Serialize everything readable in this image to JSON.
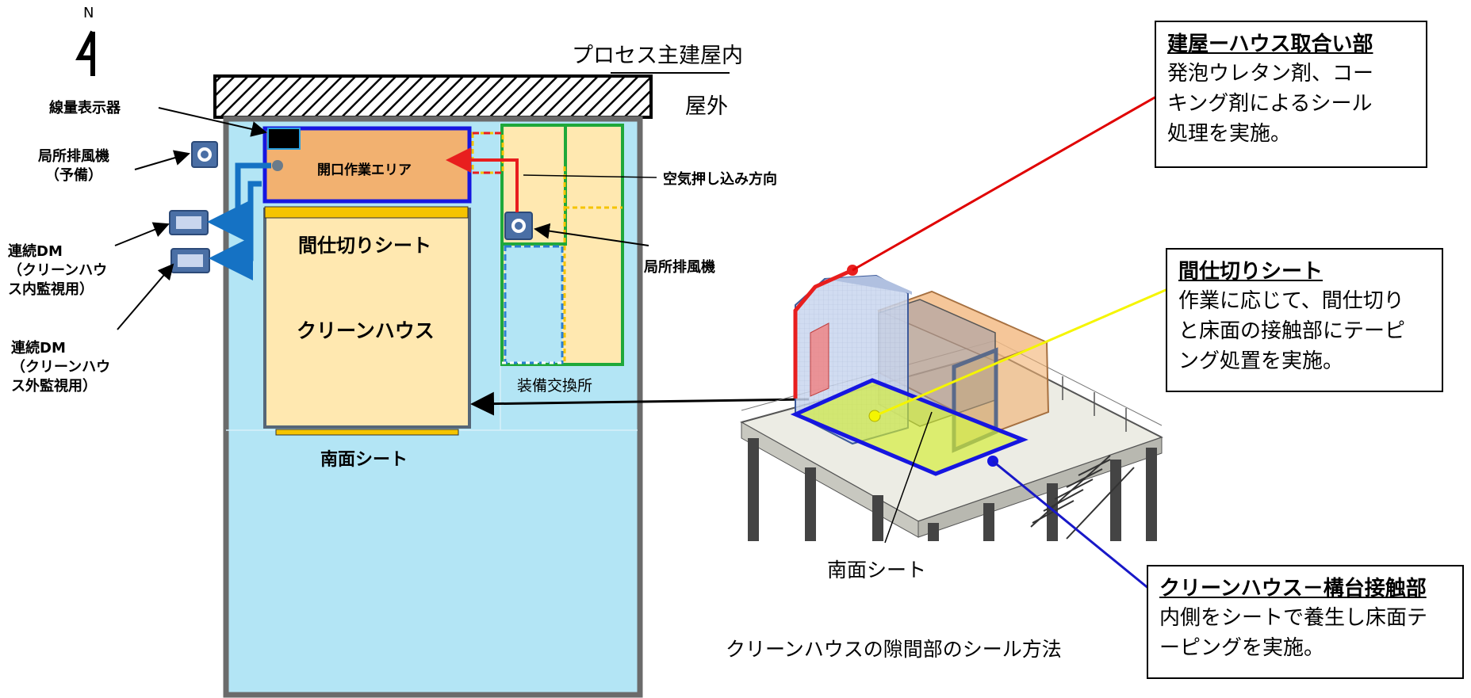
{
  "north": {
    "label": "N"
  },
  "plan": {
    "labels": {
      "process_inside": "プロセス主建屋内",
      "outdoor": "屋外",
      "dose_display": "線量表示器",
      "exhaust_spare": "局所排風機\n（予備）",
      "dm_inside": "連続DM\n（クリーンハウ\nス内監視用）",
      "dm_outside": "連続DM\n（クリーンハウ\nス外監視用）",
      "open_work_area": "開口作業エリア",
      "air_push": "空気押し込み方向",
      "exhaust": "局所排風機",
      "partition_sheet": "間仕切りシート",
      "clean_house": "クリーンハウス",
      "equipment_exchange": "装備交換所",
      "south_sheet": "南面シート"
    }
  },
  "iso": {
    "south_sheet_label": "南面シート",
    "caption": "クリーンハウスの隙間部のシール方法"
  },
  "callouts": {
    "building_house": {
      "title": "建屋ーハウス取合い部",
      "body": "発泡ウレタン剤、コー\nキング剤によるシール\n処理を実施。"
    },
    "partition": {
      "title": "間仕切りシート",
      "body": "作業に応じて、間仕切り\nと床面の接触部にテーピ\nング処置を実施。"
    },
    "clean_house_stage": {
      "title": "クリーンハウス－構台接触部",
      "body": "内側をシートで養生し床面テ\nーピングを実施。"
    }
  },
  "colors": {
    "outdoor_area": "#b3e5f5",
    "clean_house": "#ffe8b0",
    "open_area": "#f2b170",
    "boundary_blue": "#1616e0",
    "boundary_green": "#1fa83a",
    "air_red": "#e81e1e",
    "duct_blue": "#1572c4",
    "callout_red": "#e00000",
    "callout_yellow": "#f5f500",
    "callout_blue": "#1818c8"
  }
}
